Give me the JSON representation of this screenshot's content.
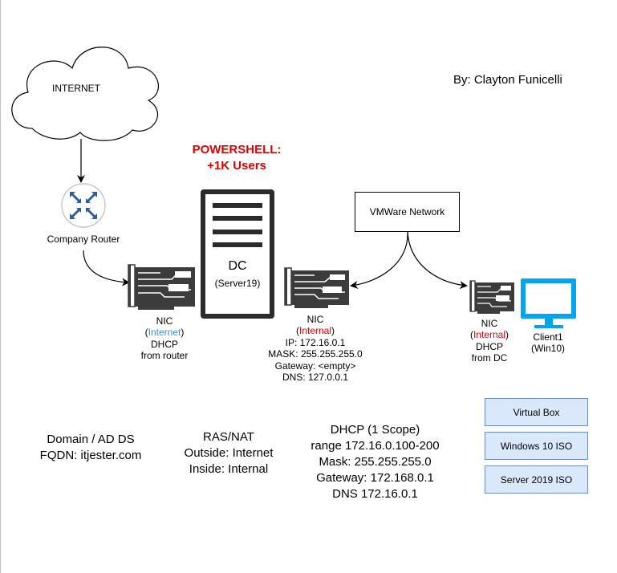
{
  "labels": {
    "internet": "INTERNET",
    "author": "By: Clayton Funicelli",
    "powershell_line1": "POWERSHELL:",
    "powershell_line2": "+1K Users",
    "router": "Company Router",
    "dc": "DC",
    "dc_sub": "(Server19)",
    "vmware": "VMWare Network"
  },
  "nic_external": {
    "title": "NIC",
    "network": "Internet",
    "mode": "DHCP",
    "source": "from router"
  },
  "nic_internal": {
    "title": "NIC",
    "network": "Internal",
    "ip": "IP: 172.16.0.1",
    "mask": "MASK: 255.255.255.0",
    "gateway": "Gateway: <empty>",
    "dns": "DNS: 127.0.0.1"
  },
  "nic_client": {
    "title": "NIC",
    "network": "Internal",
    "mode": "DHCP",
    "source": "from DC"
  },
  "client": {
    "name": "Client1",
    "os": "(Win10)"
  },
  "domain": {
    "line1": "Domain / AD DS",
    "line2": "FQDN: itjester.com"
  },
  "ras": {
    "title": "RAS/NAT",
    "outside": "Outside: Internet",
    "inside": "Inside: Internal"
  },
  "dhcp": {
    "title": "DHCP (1 Scope)",
    "range": "range 172.16.0.100-200",
    "mask": "Mask: 255.255.255.0",
    "gateway": "Gateway: 172.168.0.1",
    "dns": "DNS 172.16.0.1"
  },
  "resources": [
    "Virtual Box",
    "Windows 10 ISO",
    "Server 2019 ISO"
  ],
  "colors": {
    "accent_red": "#e00000",
    "accent_blue": "#3a8fd8",
    "iso_fill": "#dae8fc",
    "iso_border": "#6c8ebf",
    "monitor": "#00a4ef",
    "router_icon": "#2f5f9b"
  },
  "icons": [
    "internet-cloud",
    "router-icon",
    "nic-card-icon",
    "server-icon",
    "monitor-icon"
  ]
}
